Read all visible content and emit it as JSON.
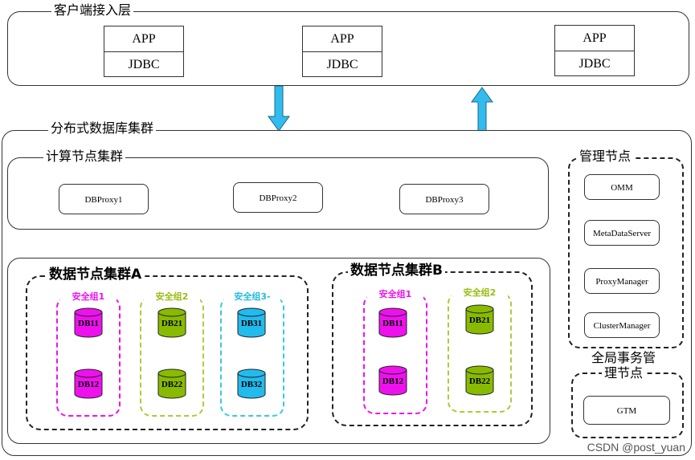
{
  "client_layer": {
    "title": "客户端接入层",
    "clients": [
      {
        "app": "APP",
        "driver": "JDBC"
      },
      {
        "app": "APP",
        "driver": "JDBC"
      },
      {
        "app": "APP",
        "driver": "JDBC"
      }
    ]
  },
  "cluster": {
    "title": "分布式数据库集群",
    "compute": {
      "title": "计算节点集群",
      "proxies": [
        "DBProxy1",
        "DBProxy2",
        "DBProxy3"
      ]
    },
    "data_cluster_a": {
      "title": "数据节点集群A",
      "groups": [
        {
          "label": "安全组1",
          "color": "#ee11ee",
          "dbs": [
            "DB11",
            "DB12"
          ]
        },
        {
          "label": "安全组2",
          "color": "#99cc11",
          "dbs": [
            "DB21",
            "DB22"
          ]
        },
        {
          "label": "安全组3-",
          "color": "#22ccee",
          "dbs": [
            "DB31",
            "DB32"
          ]
        }
      ]
    },
    "data_cluster_b": {
      "title": "数据节点集群B",
      "groups": [
        {
          "label": "安全组1",
          "color": "#ee11ee",
          "dbs": [
            "DB11",
            "DB12"
          ]
        },
        {
          "label": "安全组2",
          "color": "#99cc11",
          "dbs": [
            "DB21",
            "DB22"
          ]
        }
      ]
    },
    "management": {
      "title": "管理节点",
      "items": [
        "OMM",
        "MetaDataServer",
        "ProxyManager",
        "ClusterManager"
      ]
    },
    "global_tx": {
      "title_line1": "全局事务管",
      "title_line2": "理节点",
      "item": "GTM"
    }
  },
  "colors": {
    "arrow": "#33bbee",
    "magenta": "#ee11ee",
    "green": "#99cc11",
    "cyan": "#22bbee"
  },
  "watermark": "CSDN @post_yuan"
}
